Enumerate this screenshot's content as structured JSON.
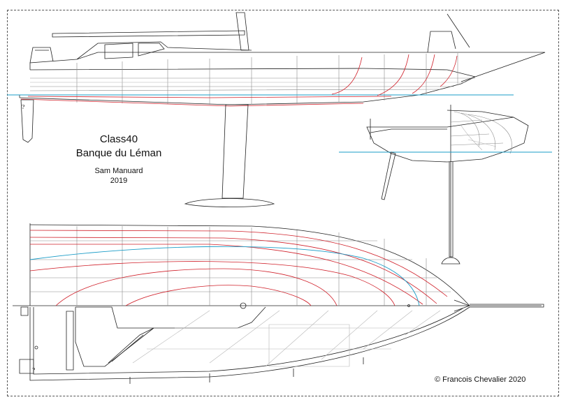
{
  "title": {
    "line1": "Class40",
    "line2": "Banque du Léman",
    "designer": "Sam Manuard",
    "year": "2019"
  },
  "credit": "© Francois Chevalier 2020",
  "colors": {
    "outline": "#222222",
    "grid": "#8a8a8a",
    "waterline": "#1a9cc7",
    "sections": "#d0202a"
  }
}
